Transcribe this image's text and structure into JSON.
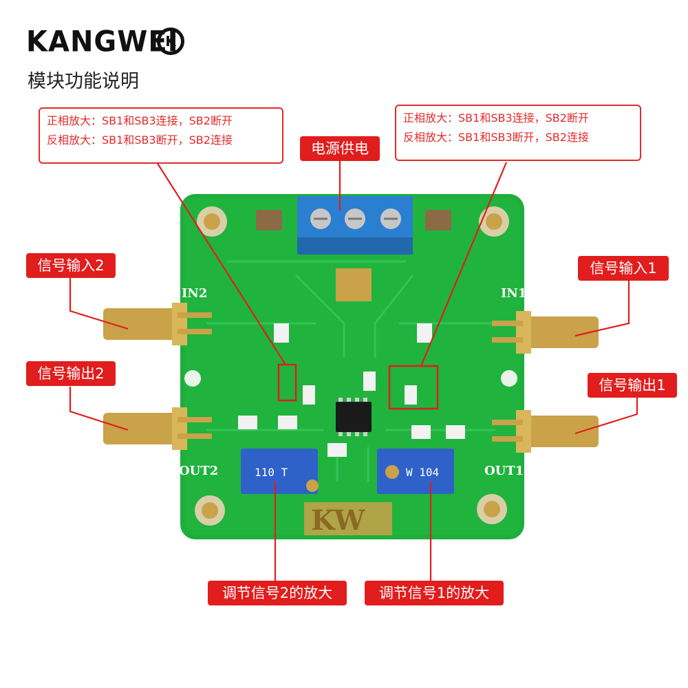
{
  "brand": {
    "name": "KANGWEI",
    "logo_mark": "K"
  },
  "subtitle": "模块功能说明",
  "notes": {
    "left": {
      "line1": "正相放大：SB1和SB3连接，SB2断开",
      "line2": "反相放大：SB1和SB3断开，SB2连接"
    },
    "right": {
      "line1": "正相放大：SB1和SB3连接，SB2断开",
      "line2": "反相放大：SB1和SB3断开，SB2连接"
    }
  },
  "labels": {
    "power": "电源供电",
    "in2": "信号输入2",
    "out2": "信号输出2",
    "in1": "信号输入1",
    "out1": "信号输出1",
    "adj2": "调节信号2的放大",
    "adj1": "调节信号1的放大"
  },
  "board_marks": {
    "in2": "IN2",
    "in1": "IN1",
    "out2": "OUT2",
    "out1": "OUT1",
    "kw": "KW",
    "pot_left": "110 T",
    "pot_right": "W 104"
  },
  "colors": {
    "pcb_green": "#1fae3c",
    "pcb_dark": "#178a2e",
    "accent_red": "#e11d1d",
    "terminal_blue": "#2b7fd0",
    "gold": "#c9a24a"
  }
}
